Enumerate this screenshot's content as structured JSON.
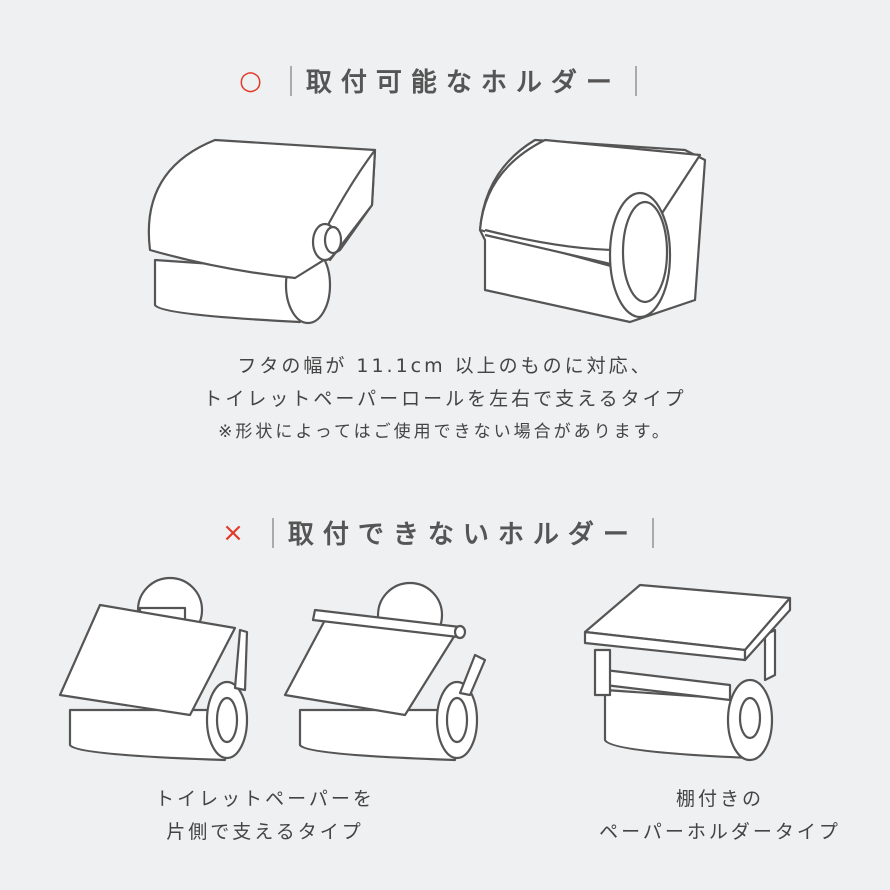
{
  "ok_section": {
    "mark": "○",
    "mark_color": "#e03a2a",
    "title": "取付可能なホルダー",
    "description": [
      "フタの幅が 11.1cm 以上のものに対応、",
      "トイレットペーパーロールを左右で支えるタイプ",
      "※形状によってはご使用できない場合があります。"
    ]
  },
  "ng_section": {
    "mark": "×",
    "mark_color": "#e03a2a",
    "title": "取付できないホルダー",
    "captions": [
      [
        "トイレットペーパーを",
        "片側で支えるタイプ"
      ],
      [
        "棚付きの",
        "ペーパーホルダータイプ"
      ]
    ]
  }
}
